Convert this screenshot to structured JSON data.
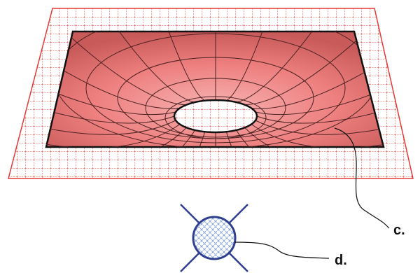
{
  "labels": {
    "c": "c.",
    "d": "d."
  },
  "colors": {
    "frame_fill": "#ffffff",
    "frame_grid": "#e53935",
    "surface_fill": "#ee8080",
    "surface_shade": "#c85a5a",
    "mesh_line": "#4a2020",
    "hole_fill": "#ffffff",
    "symbol_circle": "#2e3f8f",
    "symbol_hatch": "#7a9ad0",
    "callout_line": "#111111"
  },
  "icons": {
    "surface": "funnel-surface-illustration",
    "symbol": "crossed-circle-symbol"
  }
}
